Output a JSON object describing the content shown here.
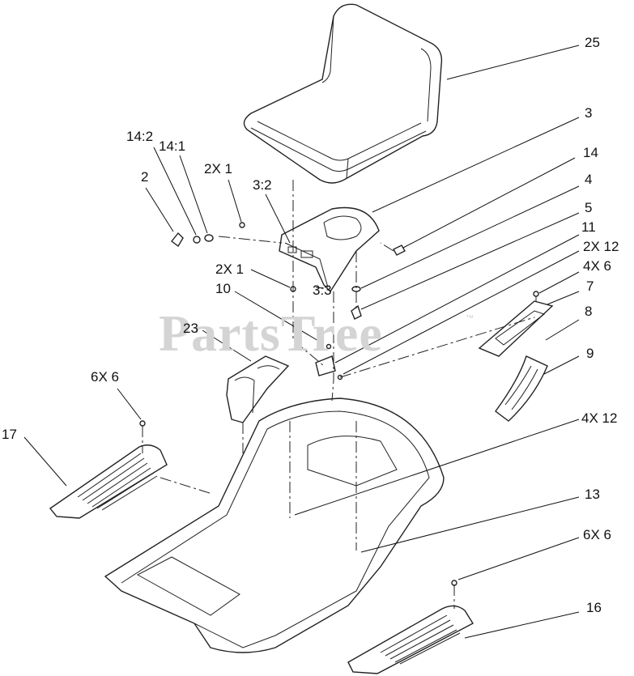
{
  "watermark": {
    "text": "PartsTree",
    "trademark": "™"
  },
  "labels": {
    "p25": "25",
    "p3": "3",
    "p14": "14",
    "p4": "4",
    "p5": "5",
    "p11": "11",
    "p2x12": "2X 12",
    "p4x6": "4X 6",
    "p7": "7",
    "p8": "8",
    "p9": "9",
    "p14_2": "14:2",
    "p14_1": "14:1",
    "p2": "2",
    "p2x1_top": "2X 1",
    "p3_2": "3:2",
    "p2x1_mid": "2X 1",
    "p3_3": "3:3",
    "p10": "10",
    "p23": "23",
    "p6x6_left": "6X 6",
    "p17": "17",
    "p4x12": "4X 12",
    "p13": "13",
    "p6x6_right": "6X 6",
    "p16": "16"
  }
}
